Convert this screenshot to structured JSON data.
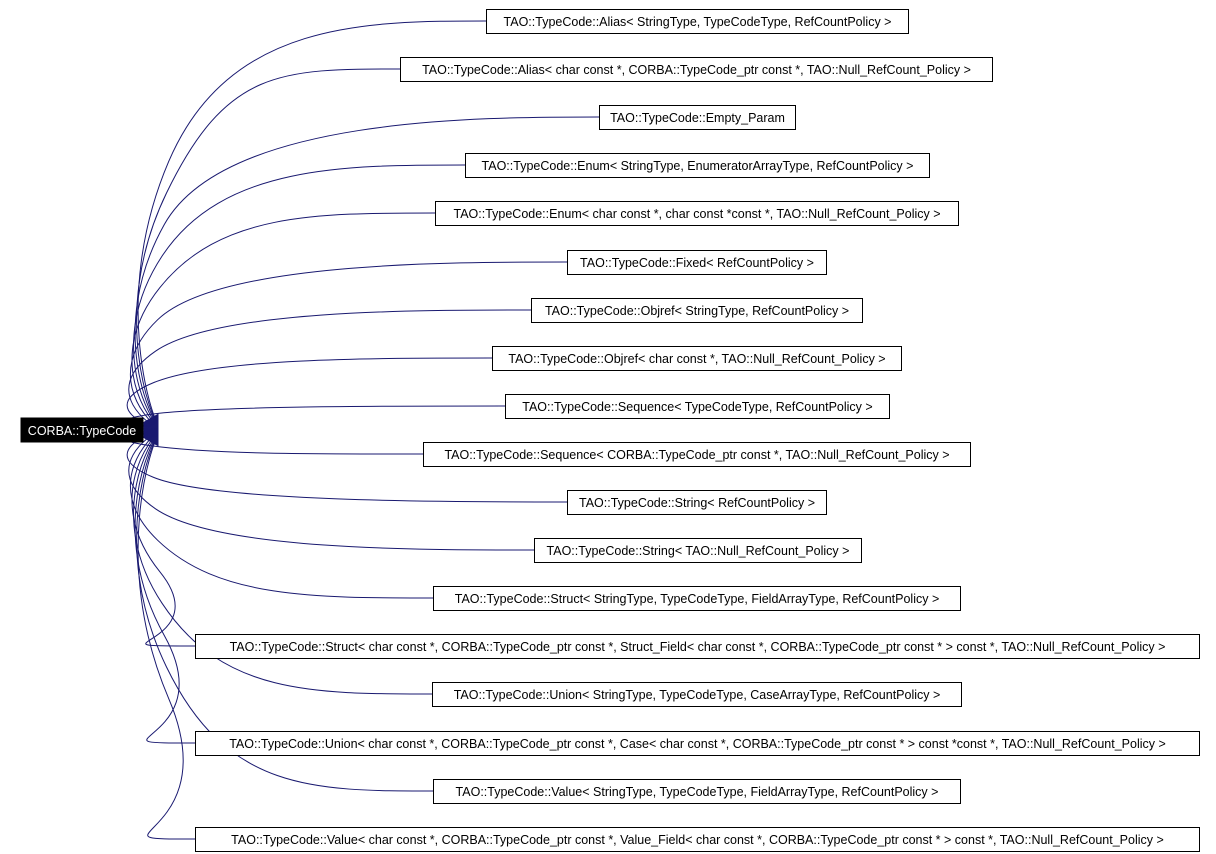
{
  "diagram": {
    "type": "inheritance-graph",
    "colors": {
      "edge": "#191970",
      "root_fill": "#000000",
      "root_text": "#ffffff",
      "node_fill": "#ffffff",
      "node_border": "#000000"
    },
    "root": {
      "label": "CORBA::TypeCode"
    },
    "derived": [
      {
        "label": "TAO::TypeCode::Alias< StringType, TypeCodeType, RefCountPolicy >"
      },
      {
        "label": "TAO::TypeCode::Alias< char const *, CORBA::TypeCode_ptr const *, TAO::Null_RefCount_Policy >"
      },
      {
        "label": "TAO::TypeCode::Empty_Param"
      },
      {
        "label": "TAO::TypeCode::Enum< StringType, EnumeratorArrayType, RefCountPolicy >"
      },
      {
        "label": "TAO::TypeCode::Enum< char const *, char const *const *, TAO::Null_RefCount_Policy >"
      },
      {
        "label": "TAO::TypeCode::Fixed< RefCountPolicy >"
      },
      {
        "label": "TAO::TypeCode::Objref< StringType, RefCountPolicy >"
      },
      {
        "label": "TAO::TypeCode::Objref< char const *, TAO::Null_RefCount_Policy >"
      },
      {
        "label": "TAO::TypeCode::Sequence< TypeCodeType, RefCountPolicy >"
      },
      {
        "label": "TAO::TypeCode::Sequence< CORBA::TypeCode_ptr const *, TAO::Null_RefCount_Policy >"
      },
      {
        "label": "TAO::TypeCode::String< RefCountPolicy >"
      },
      {
        "label": "TAO::TypeCode::String< TAO::Null_RefCount_Policy >"
      },
      {
        "label": "TAO::TypeCode::Struct< StringType, TypeCodeType, FieldArrayType, RefCountPolicy >"
      },
      {
        "label": "TAO::TypeCode::Struct< char const *, CORBA::TypeCode_ptr const *, Struct_Field< char const *, CORBA::TypeCode_ptr const * > const *, TAO::Null_RefCount_Policy >"
      },
      {
        "label": "TAO::TypeCode::Union< StringType, TypeCodeType, CaseArrayType, RefCountPolicy >"
      },
      {
        "label": "TAO::TypeCode::Union< char const *, CORBA::TypeCode_ptr const *, Case< char const *, CORBA::TypeCode_ptr const * > const *const *, TAO::Null_RefCount_Policy >"
      },
      {
        "label": "TAO::TypeCode::Value< StringType, TypeCodeType, FieldArrayType, RefCountPolicy >"
      },
      {
        "label": "TAO::TypeCode::Value< char const *, CORBA::TypeCode_ptr const *, Value_Field< char const *, CORBA::TypeCode_ptr const * > const *, TAO::Null_RefCount_Policy >"
      }
    ]
  }
}
